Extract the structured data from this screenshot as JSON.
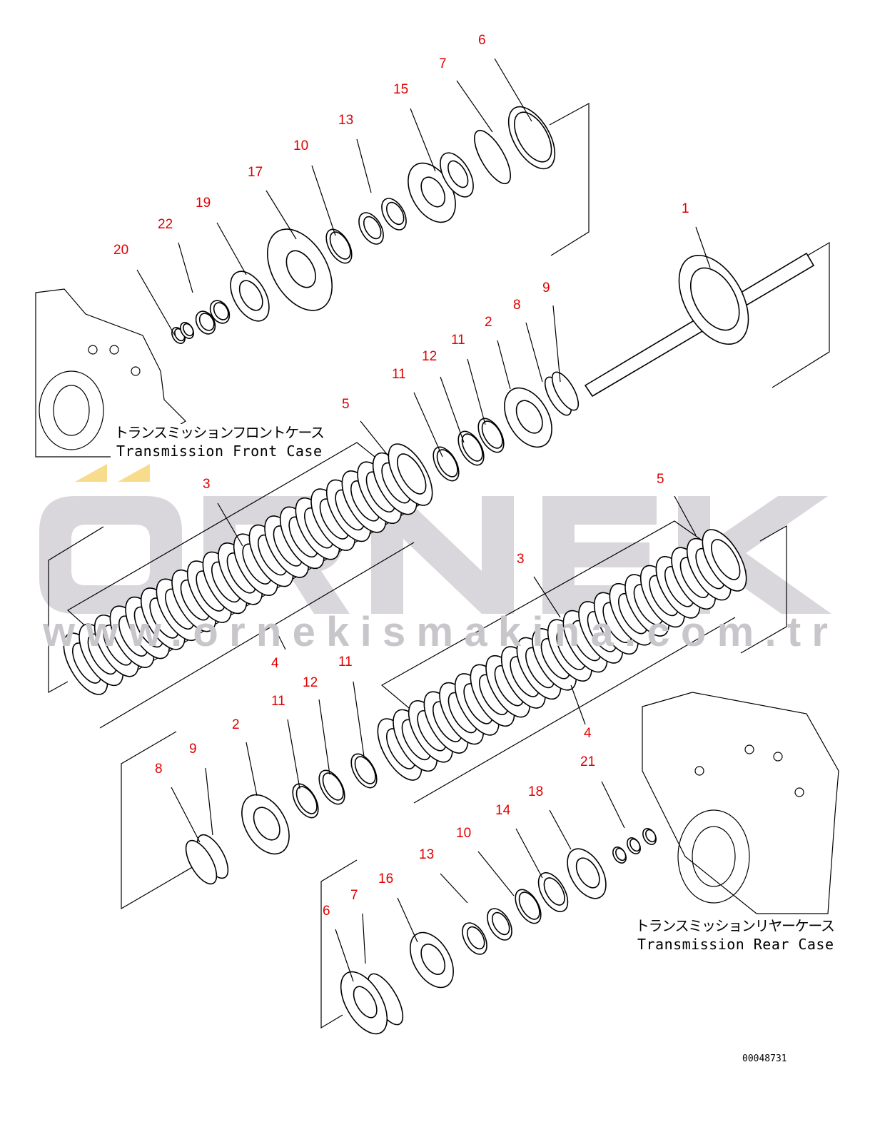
{
  "diagram": {
    "callouts": [
      "6",
      "7",
      "15",
      "13",
      "10",
      "17",
      "19",
      "22",
      "20",
      "1",
      "9",
      "8",
      "2",
      "11",
      "12",
      "11",
      "5",
      "3",
      "5",
      "3",
      "4",
      "11",
      "12",
      "11",
      "2",
      "9",
      "8",
      "4",
      "21",
      "18",
      "14",
      "10",
      "13",
      "16",
      "7",
      "6"
    ],
    "front_case_jp": "トランスミッションフロントケース",
    "front_case_en": "Transmission Front Case",
    "rear_case_jp": "トランスミッションリヤーケース",
    "rear_case_en": "Transmission Rear Case",
    "drawing_number": "00048731"
  },
  "watermark": {
    "logo_text": "ÖRNEK",
    "url_text": "www.ornekismakina.com.tr",
    "logo_color": "#d9d7dc",
    "accent_color": "#f7dc8c"
  },
  "colors": {
    "callout": "#e00000",
    "line": "#000000"
  }
}
